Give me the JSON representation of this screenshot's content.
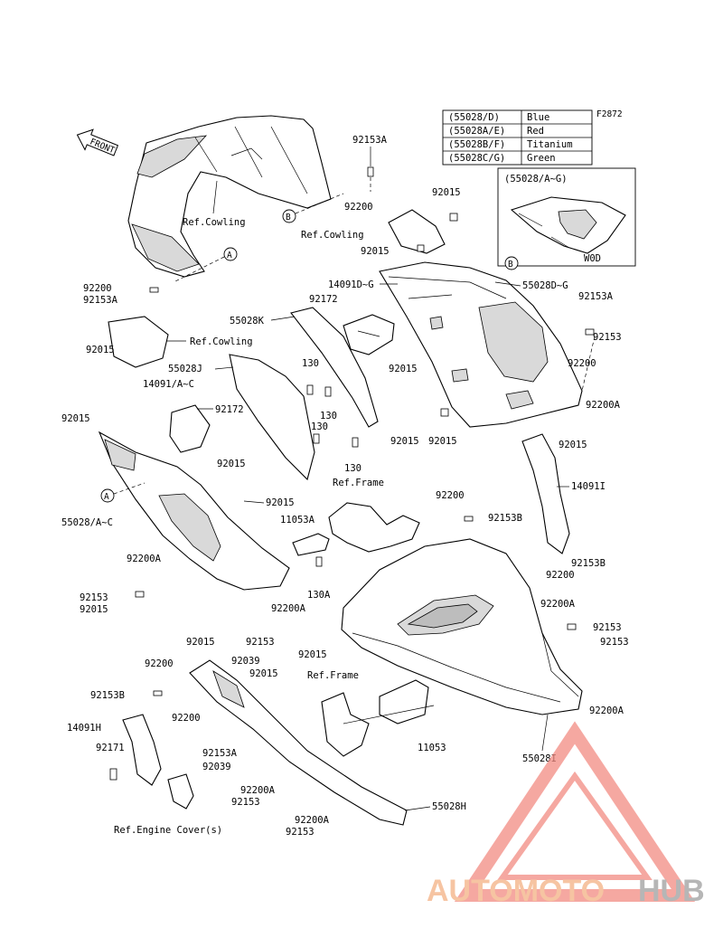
{
  "figure_code": "F2872",
  "front_label": "FRONT",
  "color_legend": [
    {
      "code": "(55028/D)",
      "color": "Blue"
    },
    {
      "code": "(55028A/E)",
      "color": "Red"
    },
    {
      "code": "(55028B/F)",
      "color": "Titanium"
    },
    {
      "code": "(55028C/G)",
      "color": "Green"
    }
  ],
  "inset": {
    "title": "(55028/A~G)",
    "caption": "W0D"
  },
  "ref_labels": {
    "cowling_top": "Ref.Cowling",
    "cowling_mid": "Ref.Cowling",
    "cowling_left": "Ref.Cowling",
    "frame_upper": "Ref.Frame",
    "frame_lower": "Ref.Frame",
    "engine_cover": "Ref.Engine Cover(s)"
  },
  "callouts": {
    "A": "A",
    "B": "B"
  },
  "part_numbers": {
    "p_92153A_top": "92153A",
    "p_92200_top": "92200",
    "p_92015_a": "92015",
    "p_92015_b": "92015",
    "p_92200_l1": "92200",
    "p_92153A_l1": "92153A",
    "p_14091D_G": "14091D~G",
    "p_55028D_G": "55028D~G",
    "p_92153A_r": "92153A",
    "p_92172_a": "92172",
    "p_55028K": "55028K",
    "p_92015_l2": "92015",
    "p_55028J": "55028J",
    "p_130_a": "130",
    "p_14091A_C": "14091/A~C",
    "p_92015_m": "92015",
    "p_92153_r": "92153",
    "p_92200_r": "92200",
    "p_92200A_r": "92200A",
    "p_130_b": "130",
    "p_130_c": "130",
    "p_92015_l3": "92015",
    "p_92172_b": "92172",
    "p_92015_c": "92015",
    "p_92015_d": "92015",
    "p_92015_e": "92015",
    "p_92015_f": "92015",
    "p_130_d": "130",
    "p_14091I": "14091I",
    "p_92015_g": "92015",
    "p_92200_m": "92200",
    "p_55028A_C": "55028/A~C",
    "p_11053A": "11053A",
    "p_92153B_a": "92153B",
    "p_92200A_l": "92200A",
    "p_92153B_b": "92153B",
    "p_92200_mr": "92200",
    "p_130A": "130A",
    "p_92153_l": "92153",
    "p_92015_h": "92015",
    "p_92200A_m": "92200A",
    "p_92200A_r2": "92200A",
    "p_92015_i": "92015",
    "p_92153_m": "92153",
    "p_92153_r2": "92153",
    "p_92015_j": "92015",
    "p_92153_r3": "92153",
    "p_92200_l4": "92200",
    "p_92039_a": "92039",
    "p_92015_k": "92015",
    "p_92153B_c": "92153B",
    "p_92200A_r3": "92200A",
    "p_14091H": "14091H",
    "p_92200_l5": "92200",
    "p_92171": "92171",
    "p_92153A_b": "92153A",
    "p_92039_b": "92039",
    "p_11053": "11053",
    "p_55028I": "55028I",
    "p_92200A_b": "92200A",
    "p_92153_b": "92153",
    "p_55028H": "55028H",
    "p_92200A_c": "92200A",
    "p_92153_c": "92153"
  },
  "watermark": {
    "text_a": "AUTOMOTO",
    "text_b": "HUB",
    "color_a": "#f4b183",
    "color_b": "#9e9e9e",
    "logo_color": "#f28b82"
  }
}
